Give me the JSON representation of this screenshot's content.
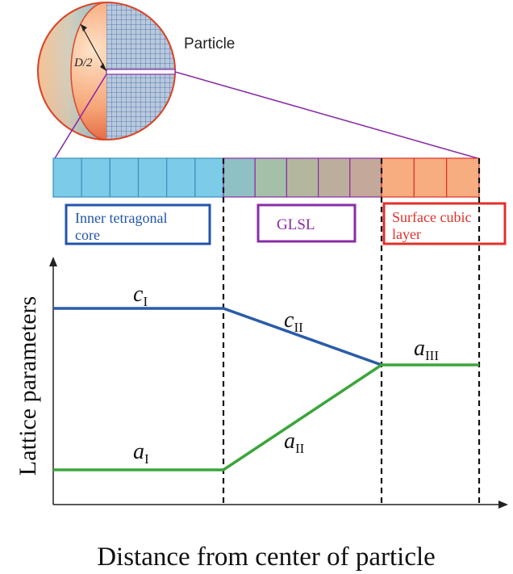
{
  "particle": {
    "label": "Particle",
    "radius_label": "D/2"
  },
  "layers": {
    "inner": {
      "label_line1": "Inner tetragonal",
      "label_line2": "core",
      "color": "#2255aa",
      "fill": "#7ccbe8"
    },
    "glsl": {
      "label": "GLSL",
      "color": "#8a2da6",
      "fill": "#a9b8a8"
    },
    "surface": {
      "label_line1": "Surface cubic",
      "label_line2": "layer",
      "color": "#e0302a",
      "fill": "#f7ad80"
    }
  },
  "plot": {
    "ylabel": "Lattice parameters",
    "xlabel": "Distance from center of particle"
  },
  "curves": {
    "c_color": "#2a5ca8",
    "a_color": "#3aa63a",
    "c1": {
      "base": "c",
      "sub": "I"
    },
    "c2": {
      "base": "c",
      "sub": "II"
    },
    "a1": {
      "base": "a",
      "sub": "I"
    },
    "a2": {
      "base": "a",
      "sub": "II"
    },
    "a3": {
      "base": "a",
      "sub": "III"
    }
  }
}
